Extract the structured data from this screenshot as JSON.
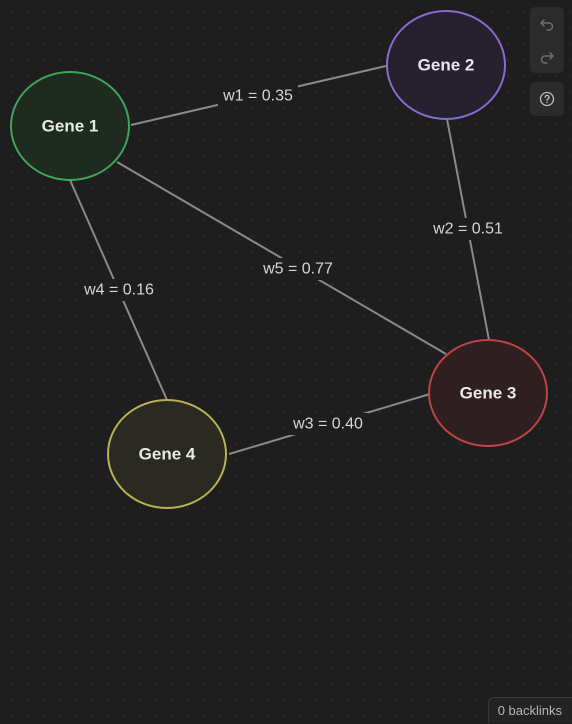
{
  "colors": {
    "background": "#1e1e1e",
    "edge": "#8a8a8a",
    "gene1_border": "#3fa55a",
    "gene1_fill": "#1f2a21",
    "gene2_border": "#8a6ccf",
    "gene2_fill": "#25212f",
    "gene3_border": "#c04343",
    "gene3_fill": "#2f1f20",
    "gene4_border": "#b8b350",
    "gene4_fill": "#2a2922"
  },
  "nodes": [
    {
      "id": "gene1",
      "label": "Gene 1"
    },
    {
      "id": "gene2",
      "label": "Gene 2"
    },
    {
      "id": "gene3",
      "label": "Gene 3"
    },
    {
      "id": "gene4",
      "label": "Gene 4"
    }
  ],
  "edges": [
    {
      "id": "w1",
      "from": "gene1",
      "to": "gene2",
      "label": "w1 = 0.35"
    },
    {
      "id": "w2",
      "from": "gene2",
      "to": "gene3",
      "label": "w2 = 0.51"
    },
    {
      "id": "w3",
      "from": "gene3",
      "to": "gene4",
      "label": "w3 = 0.40"
    },
    {
      "id": "w4",
      "from": "gene1",
      "to": "gene4",
      "label": "w4 = 0.16"
    },
    {
      "id": "w5",
      "from": "gene1",
      "to": "gene3",
      "label": "w5 = 0.77"
    }
  ],
  "toolbar": {
    "undo_icon": "undo-icon",
    "redo_icon": "redo-icon",
    "help_icon": "help-icon"
  },
  "footer": {
    "backlinks": "0 backlinks"
  }
}
